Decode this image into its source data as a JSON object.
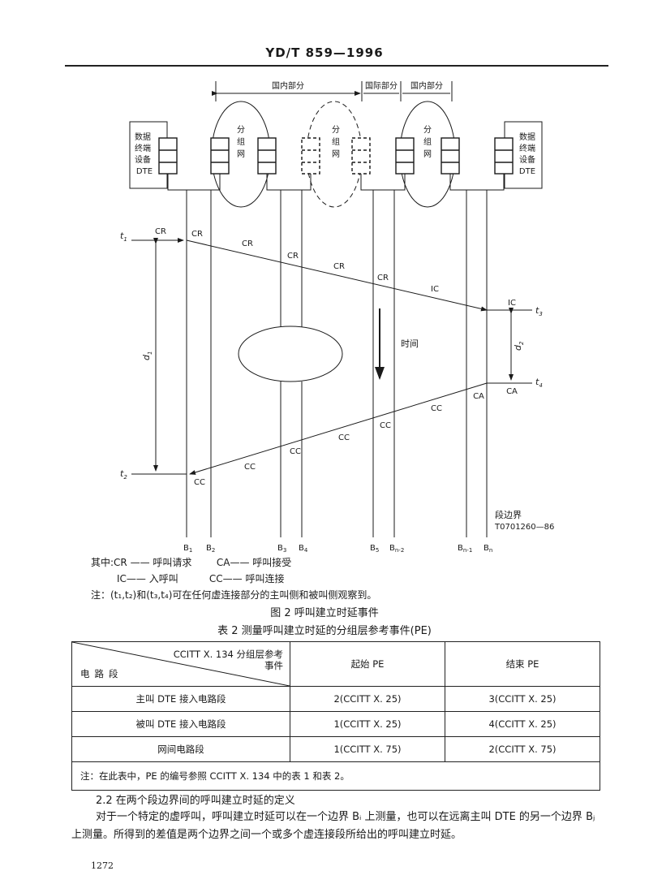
{
  "header": {
    "standard_no": "YD/T 859—1996"
  },
  "figure": {
    "segments": {
      "domestic_left": "国内部分",
      "international": "国际部分",
      "domestic_right": "国内部分"
    },
    "dte_left": [
      "数据",
      "终端",
      "设备",
      "DTE"
    ],
    "dte_right": [
      "数据",
      "终端",
      "设备",
      "DTE"
    ],
    "network_label": [
      "分",
      "组",
      "网"
    ],
    "times": {
      "t1": "t",
      "t1_sub": "1",
      "t2": "t",
      "t2_sub": "2",
      "t3": "t",
      "t3_sub": "3",
      "t4": "t",
      "t4_sub": "4",
      "d1": "d",
      "d1_sub": "1",
      "d2": "d",
      "d2_sub": "2"
    },
    "time_label": "时间",
    "messages": {
      "cr": "CR",
      "ic": "IC",
      "ca": "CA",
      "cc": "CC"
    },
    "boundary_note": "段边界",
    "figure_code": "T0701260—86",
    "boundaries": [
      {
        "b": "B",
        "sub": "1"
      },
      {
        "b": "B",
        "sub": "2"
      },
      {
        "b": "B",
        "sub": "3"
      },
      {
        "b": "B",
        "sub": "4"
      },
      {
        "b": "B",
        "sub": "5"
      },
      {
        "b": "B",
        "sub": "n-2"
      },
      {
        "b": "B",
        "sub": "n-1"
      },
      {
        "b": "B",
        "sub": "n"
      }
    ],
    "legend_line1": "其中:CR —— 呼叫请求        CA—— 呼叫接受",
    "legend_line2": "IC—— 入呼叫          CC—— 呼叫连接",
    "note": "注：(t₁,t₂)和(t₃,t₄)可在任何虚连接部分的主叫侧和被叫侧观察到。",
    "caption": "图 2   呼叫建立时延事件"
  },
  "table": {
    "title": "表 2   测量呼叫建立时延的分组层参考事件(PE)",
    "header_top": [
      "CCITT X. 134 分组层参考",
      "事件"
    ],
    "header_left": "电路段",
    "col_start": "起始 PE",
    "col_end": "结束 PE",
    "rows": [
      {
        "segment": "主叫 DTE 接入电路段",
        "start": "2(CCITT X. 25)",
        "end": "3(CCITT X. 25)"
      },
      {
        "segment": "被叫 DTE 接入电路段",
        "start": "1(CCITT X. 25)",
        "end": "4(CCITT X. 25)"
      },
      {
        "segment": "网间电路段",
        "start": "1(CCITT X. 75)",
        "end": "2(CCITT X. 75)"
      }
    ],
    "note": "注：在此表中，PE 的编号参照 CCITT X. 134 中的表 1 和表 2。"
  },
  "section": {
    "heading": "2.2   在两个段边界间的呼叫建立时延的定义",
    "paragraph": "对于一个特定的虚呼叫，呼叫建立时延可以在一个边界 Bᵢ 上测量，也可以在远离主叫 DTE 的另一个边界 Bⱼ 上测量。所得到的差值是两个边界之间一个或多个虚连接段所给出的呼叫建立时延。"
  },
  "page_number": "1272"
}
